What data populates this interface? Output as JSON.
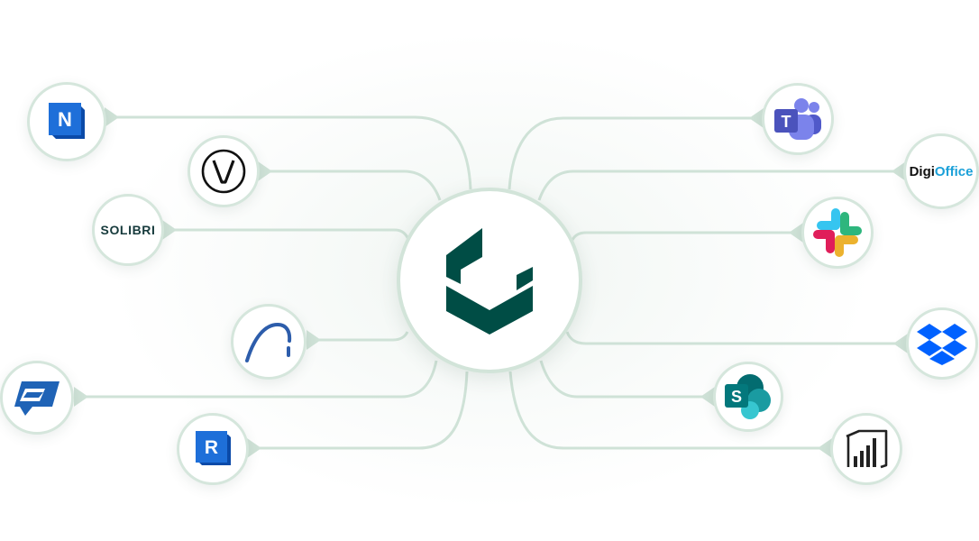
{
  "diagram": {
    "hub": {
      "name": "central-platform-logo",
      "color": "#004d45"
    },
    "line_color": "#cfe2d7",
    "left_integrations": [
      {
        "id": "autodesk-navisworks",
        "letter": "N",
        "color": "#1e6fd9"
      },
      {
        "id": "vectorworks",
        "color": "#111111"
      },
      {
        "id": "solibri",
        "label": "SOLIBRI",
        "color": "#163a3c"
      },
      {
        "id": "archicad",
        "color": "#2d5dab"
      },
      {
        "id": "trimble-connect",
        "color": "#1f63b6"
      },
      {
        "id": "autodesk-revit",
        "letter": "R",
        "color": "#1e6fd9"
      }
    ],
    "right_integrations": [
      {
        "id": "microsoft-teams",
        "letter": "T",
        "color": "#5059c9"
      },
      {
        "id": "digioffice",
        "label_main": "Digi",
        "label_accent": "Office",
        "accent_color": "#1aa0d8"
      },
      {
        "id": "slack",
        "colors": [
          "#36c5f0",
          "#2eb67d",
          "#ecb22e",
          "#e01e5a"
        ]
      },
      {
        "id": "dropbox",
        "color": "#0061ff"
      },
      {
        "id": "sharepoint",
        "letter": "S",
        "color": "#038387"
      },
      {
        "id": "power-bi",
        "color": "#222222"
      }
    ]
  }
}
